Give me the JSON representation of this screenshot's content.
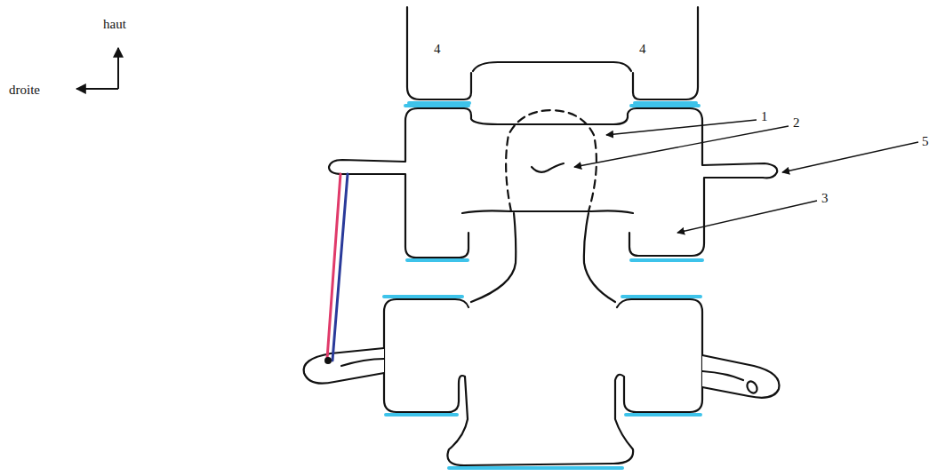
{
  "diagram": {
    "labels": [
      "haut",
      "droite",
      "4",
      "4",
      "1",
      "2",
      "5",
      "3"
    ]
  }
}
